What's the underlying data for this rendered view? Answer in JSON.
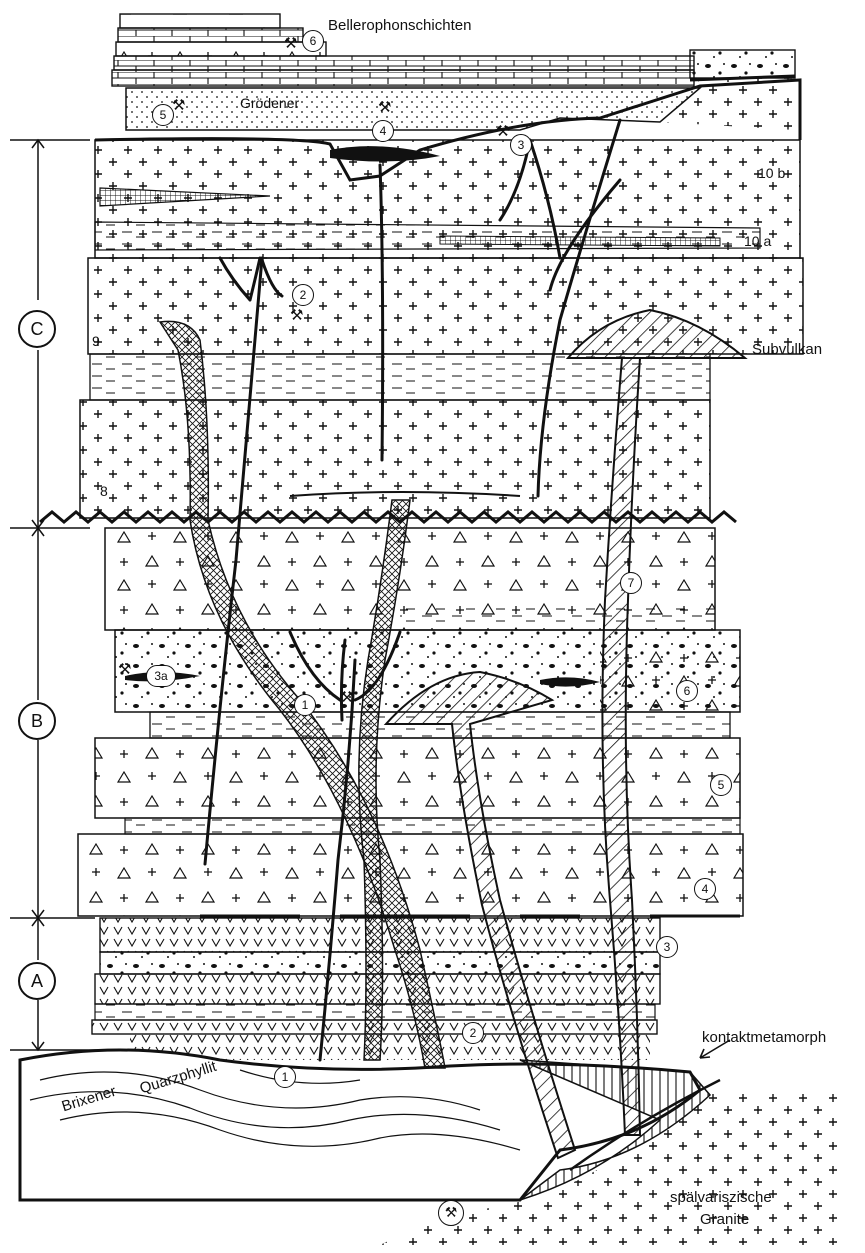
{
  "top_labels": {
    "bellerophon": "Bellerophonschichten",
    "groedener": "Grödener"
  },
  "right_labels": {
    "unit_10b": "10 b",
    "unit_10a": "10 a",
    "subvulkan": "Subvulkan",
    "kontakt": "kontaktmetamorph",
    "granite_line1": "spälvariszische",
    "granite_line2": "Granite"
  },
  "left_labels": {
    "unit_9": "9",
    "unit_8": "8",
    "brixener": "Brixener",
    "quarzphyllit": "Quarzphyllit"
  },
  "sections": [
    {
      "id": "C",
      "label": "C"
    },
    {
      "id": "B",
      "label": "B"
    },
    {
      "id": "A",
      "label": "A"
    }
  ],
  "markers": {
    "top_6": "6",
    "top_5": "5",
    "top_4": "4",
    "top_3": "3",
    "c_2": "2",
    "b_7": "7",
    "b_6": "6",
    "b_5": "5",
    "b_4": "4",
    "b_3a": "3a",
    "b_1": "1",
    "a_3": "3",
    "a_2": "2",
    "a_1": "1"
  },
  "icons": {
    "mine_symbol": "crossed-hammers-icon"
  },
  "colors": {
    "ink": "#111111",
    "paper": "#ffffff"
  }
}
